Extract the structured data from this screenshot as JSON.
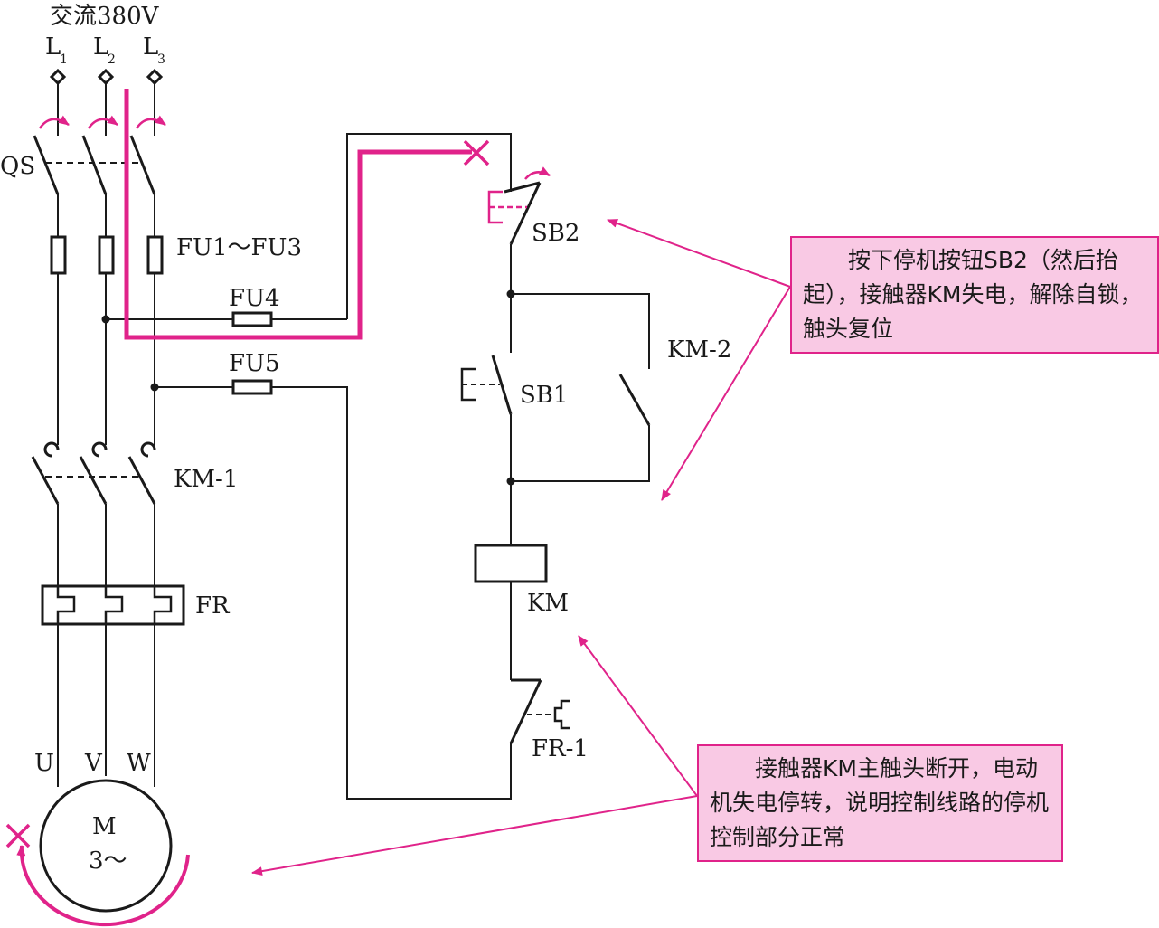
{
  "supply": {
    "title": "交流380V",
    "phases": [
      {
        "letter": "L",
        "sub": "1"
      },
      {
        "letter": "L",
        "sub": "2"
      },
      {
        "letter": "L",
        "sub": "3"
      }
    ]
  },
  "labels": {
    "qs": "QS",
    "fuses_main": "FU1～FU3",
    "fu4": "FU4",
    "fu5": "FU5",
    "km1": "KM-1",
    "fr": "FR",
    "u": "U",
    "v": "V",
    "w": "W",
    "motor_m": "M",
    "motor_phase": "3～",
    "sb2": "SB2",
    "sb1": "SB1",
    "km2": "KM-2",
    "km": "KM",
    "fr1": "FR-1"
  },
  "notes": {
    "stop_button": "按下停机按钮SB2（然后抬起），接触器KM失电，解除自锁，触头复位",
    "main_contacts": "接触器KM主触头断开，电动机失电停转，说明控制线路的停机控制部分正常"
  },
  "colors": {
    "highlight": "#e0238a",
    "wire": "#1a1a1a",
    "note_fill": "#f9c9e4"
  }
}
